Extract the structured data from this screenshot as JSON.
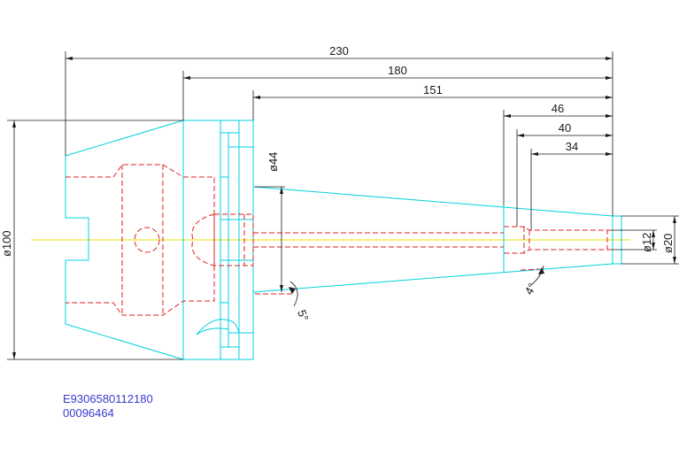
{
  "dimensions": {
    "overall_length": "230",
    "flange_to_end": "180",
    "gauge_to_end": "151",
    "bore_depth_1": "46",
    "bore_depth_2": "40",
    "bore_depth_3": "34",
    "taper_diameter": "ø44",
    "flange_diameter": "ø100",
    "bore_diameter": "ø12",
    "tip_diameter": "ø20",
    "body_angle": "5°",
    "tip_angle": "4°"
  },
  "codes": {
    "line1": "E9306580112180",
    "line2": "00096464"
  },
  "colors": {
    "outline": "#00d0e0",
    "hidden": "#e02020",
    "centerline": "#e8e000",
    "dimension": "#1a1a1a",
    "code_text": "#3a3ad0"
  }
}
